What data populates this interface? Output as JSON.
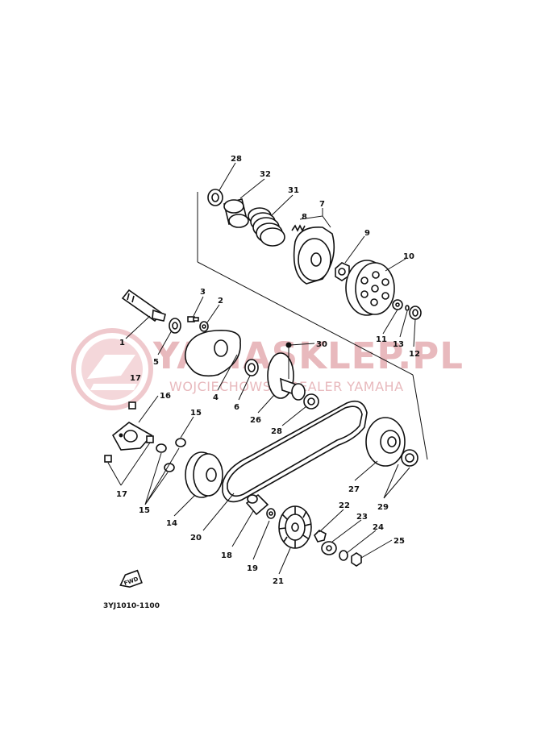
{
  "watermark": {
    "brand": "YAMASKLEP.PL",
    "tagline": "WOJCIECHOWSKI DEALER YAMAHA"
  },
  "diagram_code": "3YJ1010-1100",
  "fwd_label": "FWD",
  "callouts": [
    {
      "id": "c28a",
      "text": "28"
    },
    {
      "id": "c32",
      "text": "32"
    },
    {
      "id": "c31",
      "text": "31"
    },
    {
      "id": "c7",
      "text": "7"
    },
    {
      "id": "c8",
      "text": "8"
    },
    {
      "id": "c9",
      "text": "9"
    },
    {
      "id": "c10",
      "text": "10"
    },
    {
      "id": "c3",
      "text": "3"
    },
    {
      "id": "c2",
      "text": "2"
    },
    {
      "id": "c1",
      "text": "1"
    },
    {
      "id": "c5",
      "text": "5"
    },
    {
      "id": "c11",
      "text": "11"
    },
    {
      "id": "c13",
      "text": "13"
    },
    {
      "id": "c12",
      "text": "12"
    },
    {
      "id": "c30",
      "text": "30"
    },
    {
      "id": "c17a",
      "text": "17"
    },
    {
      "id": "c16",
      "text": "16"
    },
    {
      "id": "c4",
      "text": "4"
    },
    {
      "id": "c6",
      "text": "6"
    },
    {
      "id": "c26",
      "text": "26"
    },
    {
      "id": "c28b",
      "text": "28"
    },
    {
      "id": "c15a",
      "text": "15"
    },
    {
      "id": "c17b",
      "text": "17"
    },
    {
      "id": "c15b",
      "text": "15"
    },
    {
      "id": "c14",
      "text": "14"
    },
    {
      "id": "c27",
      "text": "27"
    },
    {
      "id": "c29",
      "text": "29"
    },
    {
      "id": "c20",
      "text": "20"
    },
    {
      "id": "c22",
      "text": "22"
    },
    {
      "id": "c23",
      "text": "23"
    },
    {
      "id": "c24",
      "text": "24"
    },
    {
      "id": "c25",
      "text": "25"
    },
    {
      "id": "c18",
      "text": "18"
    },
    {
      "id": "c19",
      "text": "19"
    },
    {
      "id": "c21",
      "text": "21"
    }
  ],
  "colors": {
    "ink": "#111111",
    "watermark": "#e8b9bd",
    "background": "#ffffff"
  }
}
